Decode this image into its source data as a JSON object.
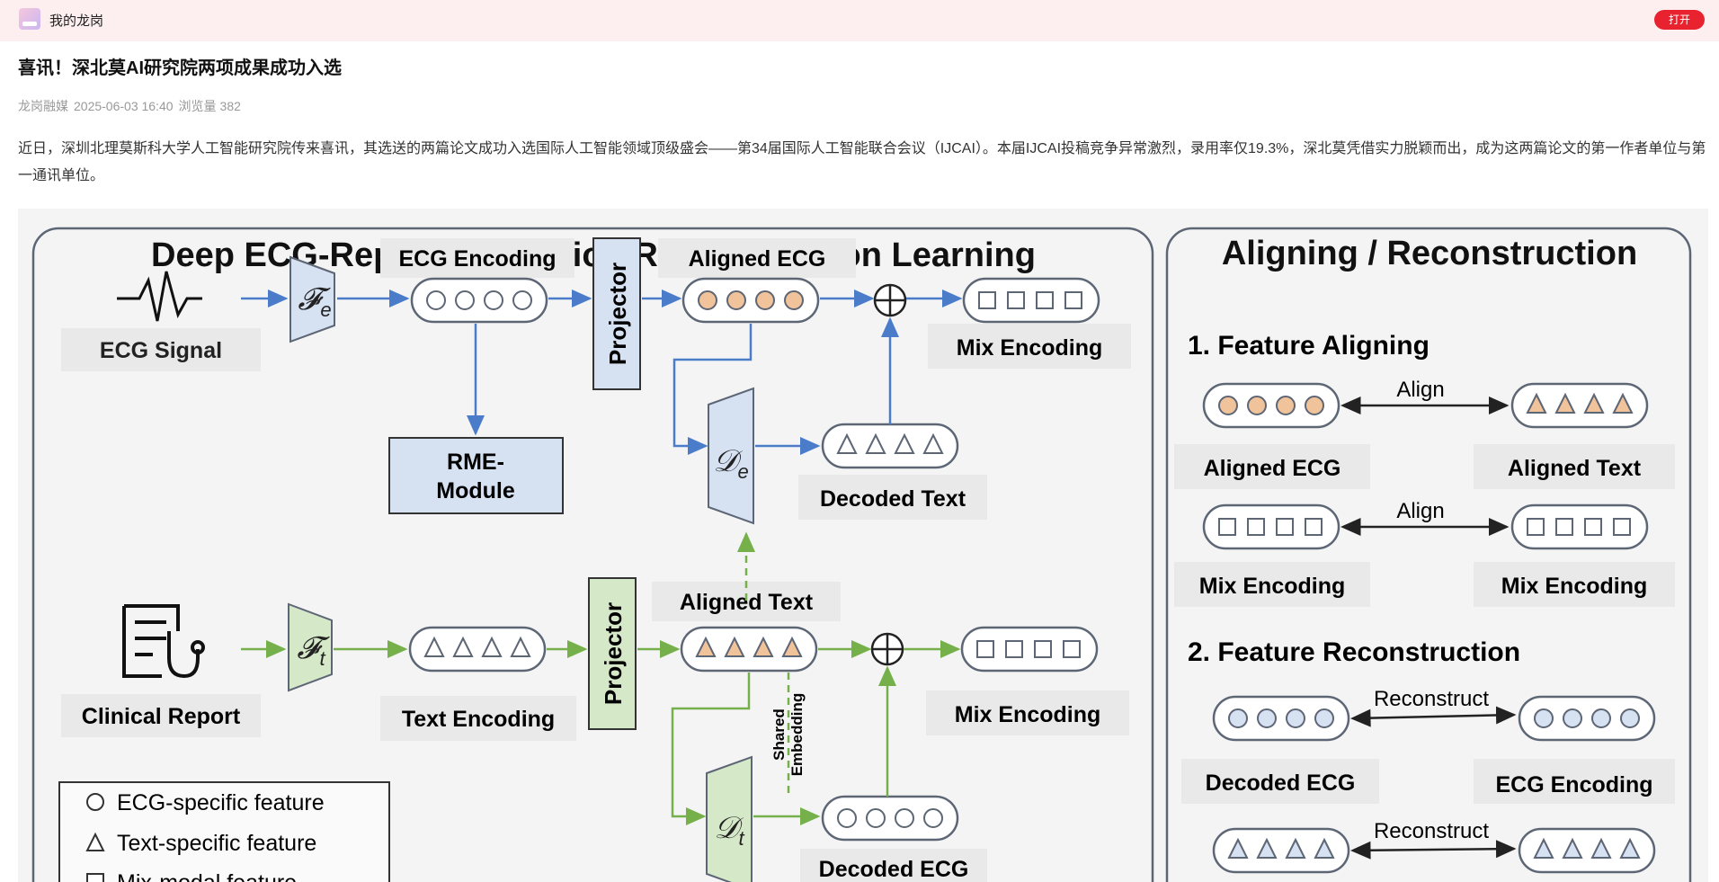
{
  "app": {
    "name": "我的龙岗",
    "open_label": "打开"
  },
  "article": {
    "title": "喜讯！深北莫AI研究院两项成果成功入选",
    "source": "龙岗融媒",
    "datetime": "2025-06-03 16:40",
    "views_label": "浏览量",
    "views": "382",
    "paragraph": "近日，深圳北理莫斯科大学人工智能研究院传来喜讯，其选送的两篇论文成功入选国际人工智能领域顶级盛会——第34届国际人工智能联合会议（IJCAI）。本届IJCAI投稿竞争异常激烈，录用率仅19.3%，深北莫凭借实力脱颖而出，成为这两篇论文的第一作者单位与第一通讯单位。"
  },
  "figure": {
    "left_title": "Deep ECG-Report Interaction Representation Learning",
    "right_title": "Aligning / Reconstruction",
    "ecg_signal": "ECG Signal",
    "clinical_report": "Clinical Report",
    "ecg_encoding": "ECG Encoding",
    "text_encoding": "Text Encoding",
    "projector": "Projector",
    "aligned_ecg": "Aligned ECG",
    "aligned_text": "Aligned Text",
    "rme_line1": "RME-",
    "rme_line2": "Module",
    "mix_encoding": "Mix Encoding",
    "decoded_text": "Decoded Text",
    "decoded_ecg": "Decoded ECG",
    "shared_line1": "Shared",
    "shared_line2": "Embedding",
    "fe": "𝓕",
    "fe_sub": "e",
    "ft": "𝓕",
    "ft_sub": "t",
    "de": "𝒟",
    "de_sub": "e",
    "dt": "𝒟",
    "dt_sub": "t",
    "legend": [
      "ECG-specific feature",
      "Text-specific feature",
      "Mix-modal feature"
    ],
    "section1": "1. Feature Aligning",
    "section2": "2. Feature Reconstruction",
    "align": "Align",
    "reconstruct": "Reconstruct",
    "colors": {
      "blue_box": "#d6e1f1",
      "green_box": "#d5e8c8",
      "orange_fill": "#f1c39a",
      "blue_arrow": "#4a7cc9",
      "green_arrow": "#76b04a"
    }
  }
}
